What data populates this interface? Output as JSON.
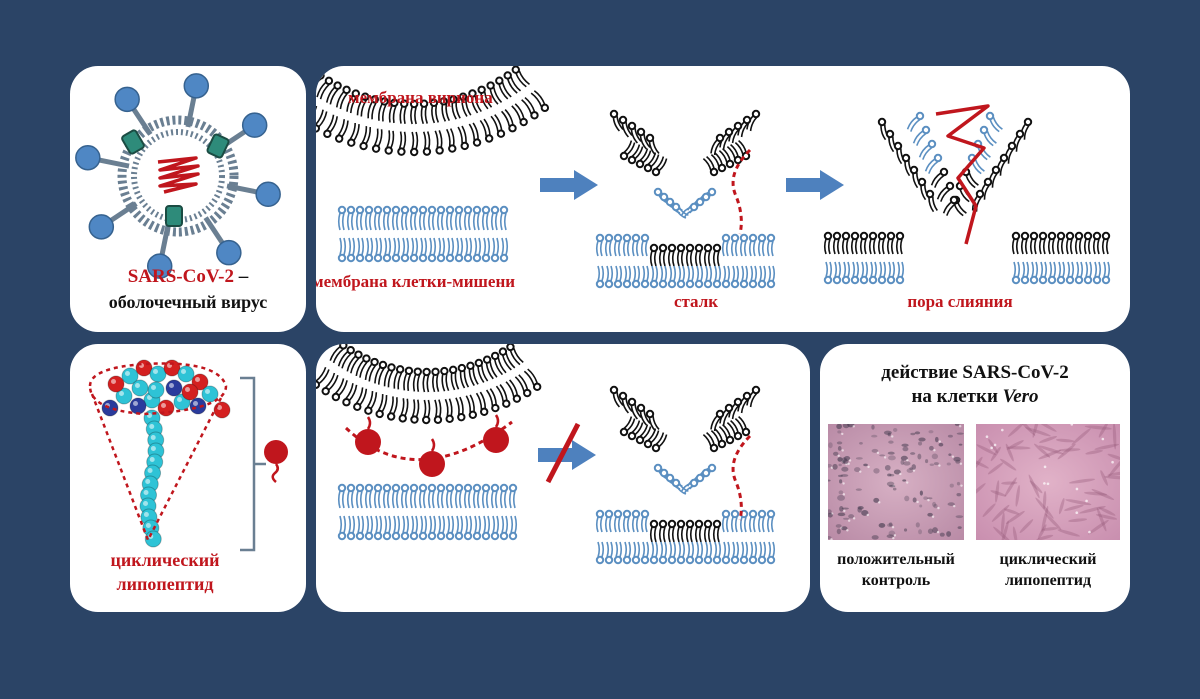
{
  "colors": {
    "background": "#2b4466",
    "panel": "#ffffff",
    "lipid_blue": "#5b8fc1",
    "lipid_black": "#111111",
    "accent_red": "#c0161d",
    "arrow_blue": "#4e81be",
    "spike_blue": "#4f87c4",
    "protein_teal": "#2e8b7a",
    "molecule_cyan": "#2ec3d6",
    "molecule_red": "#d42020",
    "molecule_navy": "#2a3b9c",
    "cell_photo": "#d7a6be"
  },
  "virus_panel": {
    "title_red": "SARS-CoV-2",
    "title_dash": " –",
    "subtitle": "оболочечный вирус"
  },
  "fusion_panel": {
    "virion_membrane_label": "мембрана вириона",
    "target_membrane_label": "мембрана клетки-мишени",
    "stalk_label": "сталк",
    "fusion_pore_label": "пора слияния"
  },
  "lipopeptide_panel": {
    "label_line1": "циклический",
    "label_line2": "липопептид"
  },
  "blocked_panel": {},
  "vero_panel": {
    "title_line1": "действие SARS-CoV-2",
    "title_line2_prefix": "на клетки ",
    "title_line2_italic": "Vero",
    "caption_left_line1": "положительный",
    "caption_left_line2": "контроль",
    "caption_right_line1": "циклический",
    "caption_right_line2": "липопептид"
  }
}
